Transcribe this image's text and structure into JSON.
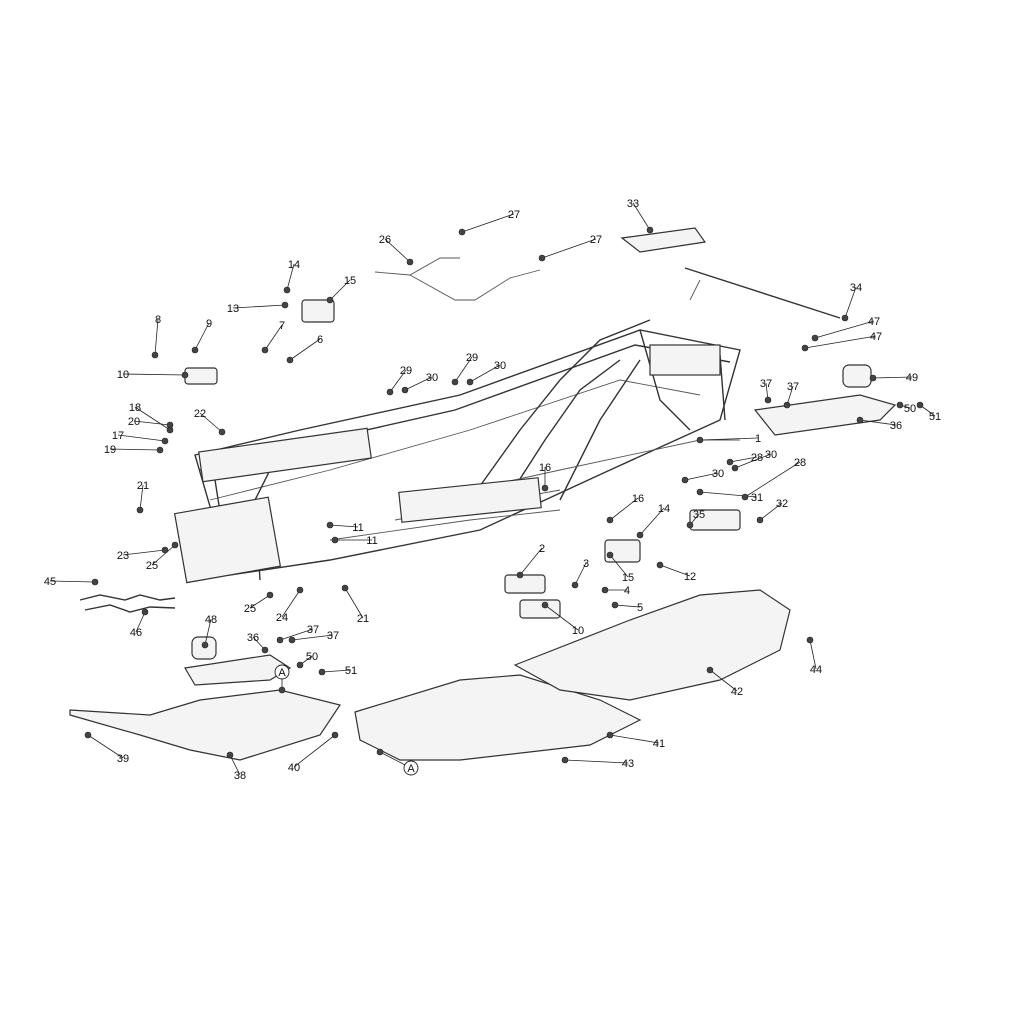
{
  "diagram": {
    "labels": [
      "1",
      "2",
      "3",
      "4",
      "5",
      "6",
      "7",
      "8",
      "9",
      "10",
      "10",
      "11",
      "11",
      "12",
      "13",
      "14",
      "14",
      "15",
      "15",
      "16",
      "16",
      "17",
      "18",
      "19",
      "20",
      "21",
      "21",
      "22",
      "23",
      "24",
      "25",
      "25",
      "26",
      "27",
      "27",
      "28",
      "28",
      "29",
      "29",
      "30",
      "30",
      "30",
      "30",
      "31",
      "32",
      "33",
      "34",
      "35",
      "36",
      "36",
      "37",
      "37",
      "37",
      "37",
      "38",
      "39",
      "40",
      "41",
      "42",
      "43",
      "44",
      "45",
      "46",
      "47",
      "47",
      "48",
      "49",
      "50",
      "50",
      "51",
      "51",
      "A",
      "A"
    ]
  }
}
